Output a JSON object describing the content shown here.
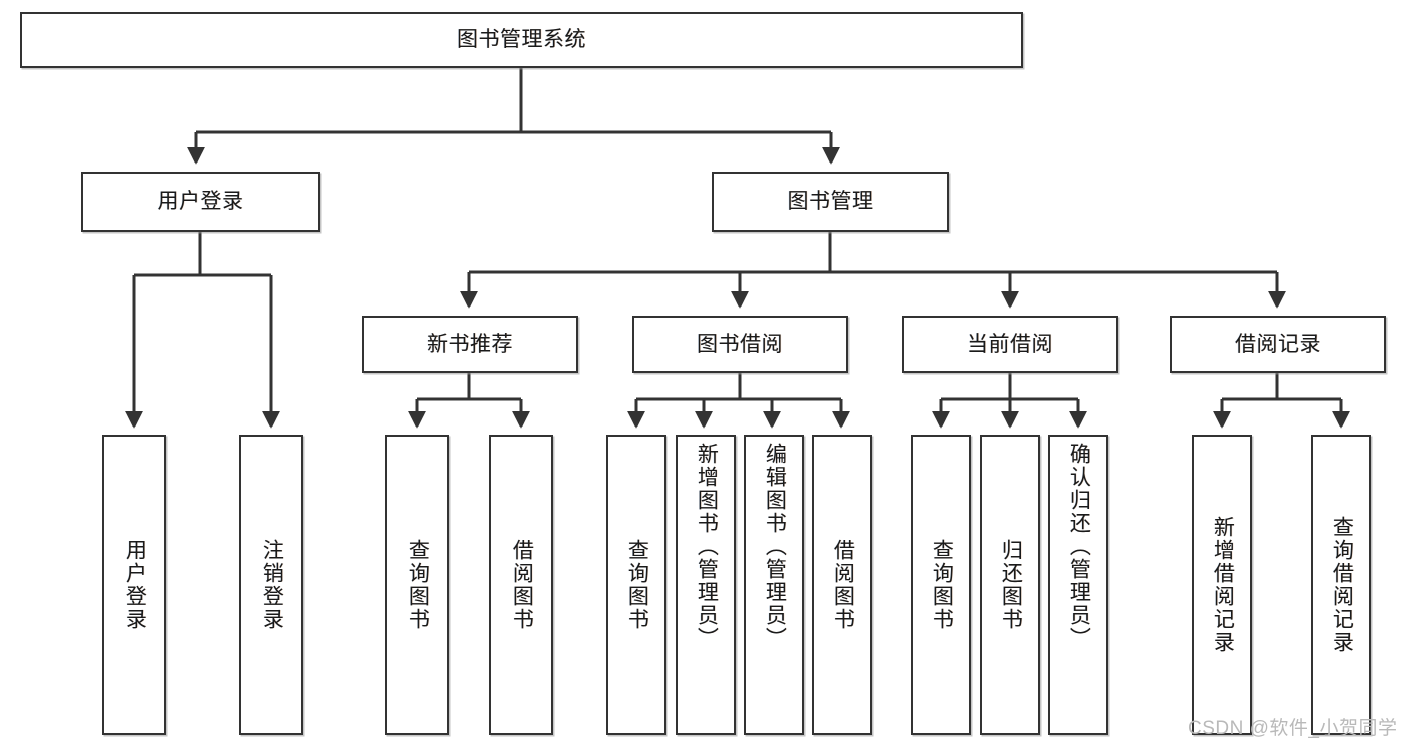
{
  "diagram": {
    "type": "tree-hierarchy-chart",
    "title": "图书管理系统",
    "root": {
      "id": "root",
      "label": "图书管理系统",
      "level": 1
    },
    "level2": [
      {
        "id": "user-login",
        "label": "用户登录",
        "level": 2
      },
      {
        "id": "book-management",
        "label": "图书管理",
        "level": 2
      }
    ],
    "level3": [
      {
        "id": "new-book-recommend",
        "label": "新书推荐",
        "level": 3,
        "parent": "book-management"
      },
      {
        "id": "book-borrow",
        "label": "图书借阅",
        "level": 3,
        "parent": "book-management"
      },
      {
        "id": "current-borrow",
        "label": "当前借阅",
        "level": 3,
        "parent": "book-management"
      },
      {
        "id": "borrow-record",
        "label": "借阅记录",
        "level": 3,
        "parent": "book-management"
      }
    ],
    "leaves": [
      {
        "id": "leaf-user-login",
        "label": "用户登录",
        "parent": "user-login"
      },
      {
        "id": "leaf-logout-login",
        "label": "注销登录",
        "parent": "user-login"
      },
      {
        "id": "leaf-query-book-1",
        "label": "查询图书",
        "parent": "new-book-recommend"
      },
      {
        "id": "leaf-borrow-book-1",
        "label": "借阅图书",
        "parent": "new-book-recommend"
      },
      {
        "id": "leaf-query-book-2",
        "label": "查询图书",
        "parent": "book-borrow"
      },
      {
        "id": "leaf-add-book-admin",
        "label": "新增图书（管理员）",
        "parent": "book-borrow"
      },
      {
        "id": "leaf-edit-book-admin",
        "label": "编辑图书（管理员）",
        "parent": "book-borrow"
      },
      {
        "id": "leaf-borrow-book-2",
        "label": "借阅图书",
        "parent": "book-borrow"
      },
      {
        "id": "leaf-query-book-3",
        "label": "查询图书",
        "parent": "current-borrow"
      },
      {
        "id": "leaf-return-book",
        "label": "归还图书",
        "parent": "current-borrow"
      },
      {
        "id": "leaf-confirm-return-admin",
        "label": "确认归还（管理员）",
        "parent": "current-borrow"
      },
      {
        "id": "leaf-add-borrow-record",
        "label": "新增借阅记录",
        "parent": "borrow-record"
      },
      {
        "id": "leaf-query-borrow-record",
        "label": "查询借阅记录",
        "parent": "borrow-record"
      }
    ]
  },
  "watermark": {
    "text": "CSDN @软件_小贺同学"
  },
  "colors": {
    "box_border": "#333333",
    "box_fill": "#ffffff",
    "connector": "#333333",
    "text": "#1a1a1a",
    "watermark": "#b9b9b9",
    "background": "#ffffff"
  }
}
